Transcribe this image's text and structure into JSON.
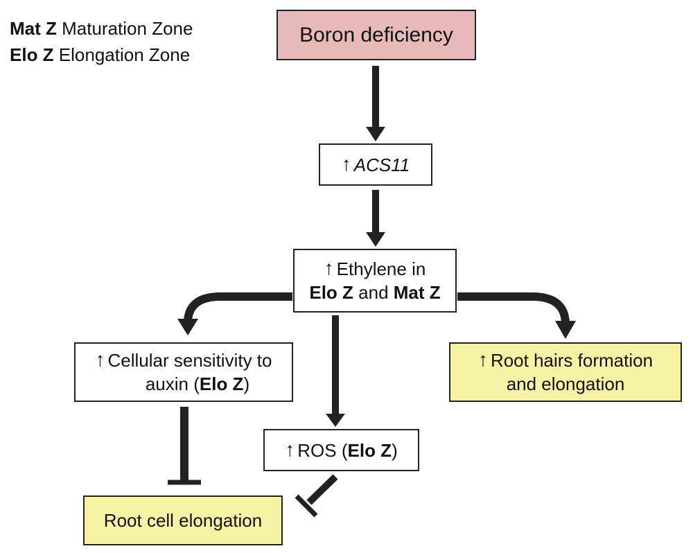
{
  "legend": [
    {
      "abbr": "Mat Z",
      "full": "Maturation Zone"
    },
    {
      "abbr": "Elo Z",
      "full": "Elongation Zone"
    }
  ],
  "nodes": {
    "boron": {
      "text": "Boron deficiency"
    },
    "acs11": {
      "arrow": "↑",
      "text": "ACS11"
    },
    "ethylene": {
      "arrow": "↑",
      "line1": "Ethylene in",
      "line2_bold_a": "Elo Z",
      "line2_mid": " and ",
      "line2_bold_b": "Mat Z"
    },
    "auxin": {
      "arrow": "↑",
      "line1": "Cellular sensitivity to",
      "line2_pre": "auxin (",
      "line2_bold": "Elo Z",
      "line2_post": ")"
    },
    "roothairs": {
      "arrow": "↑",
      "line1": "Root hairs formation",
      "line2": "and elongation"
    },
    "ros": {
      "arrow": "↑",
      "pre": "ROS (",
      "bold": "Elo Z",
      "post": ")"
    },
    "rootcell": {
      "text": "Root cell elongation"
    }
  },
  "colors": {
    "boron_fill": "#e8b9b9",
    "outcome_fill": "#f7f3a6",
    "arrow": "#222222"
  }
}
